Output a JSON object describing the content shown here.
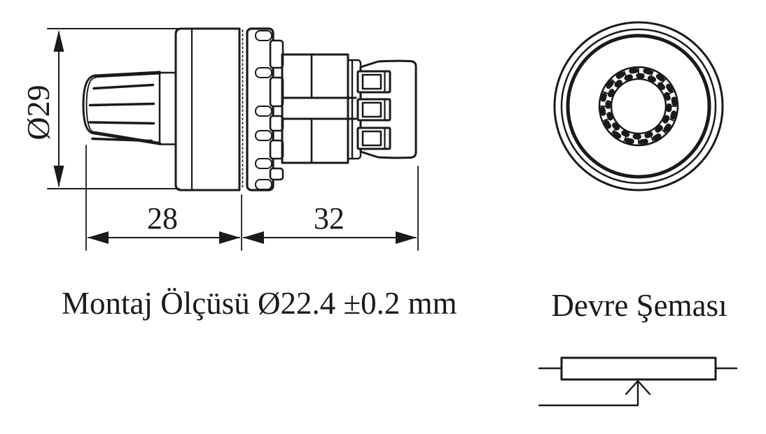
{
  "side_view": {
    "diameter_dimension": "Ø29",
    "knob_length_dimension": "28",
    "body_length_dimension": "32"
  },
  "captions": {
    "mounting_dimension": "Montaj Ölçüsü Ø22.4 ±0.2 mm",
    "circuit_diagram_title": "Devre Şeması"
  },
  "colors": {
    "line": "#1a1a1a",
    "background": "#ffffff"
  }
}
